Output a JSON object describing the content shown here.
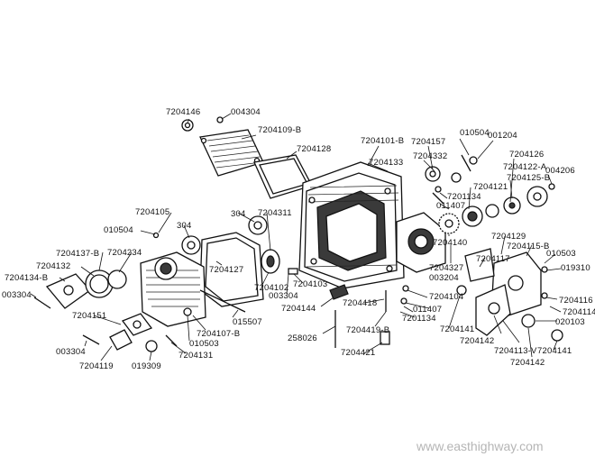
{
  "colors": {
    "background": "#ffffff",
    "ink": "#111111",
    "watermark": "#b5b5b5"
  },
  "watermark": "www.easthighway.com",
  "labels": [
    "7204146",
    "004304",
    "7204109-B",
    "7204128",
    "7204101-B",
    "7204157",
    "010504",
    "001204",
    "7204126",
    "7204332",
    "7204133",
    "7204122-A",
    "004206",
    "7204125-B",
    "7204121",
    "7201134",
    "011407",
    "7204105",
    "304",
    "304",
    "7204311",
    "010504",
    "7204137-B",
    "7204234",
    "7204132",
    "7204134-B",
    "7204127",
    "7204140",
    "7204129",
    "7204115-B",
    "7204327",
    "7204117",
    "010503",
    "019310",
    "003304",
    "7204102",
    "7204103",
    "003304",
    "7204144",
    "7204418",
    "7204104",
    "003204",
    "011407",
    "7201134",
    "7204116",
    "7204114",
    "020103",
    "7204151",
    "015507",
    "7204107-B",
    "258026",
    "7204419-B",
    "7204141",
    "7204142",
    "7204113-V",
    "7204141",
    "7204142",
    "003304",
    "7204119",
    "019309",
    "7204131",
    "010503",
    "7204421"
  ]
}
